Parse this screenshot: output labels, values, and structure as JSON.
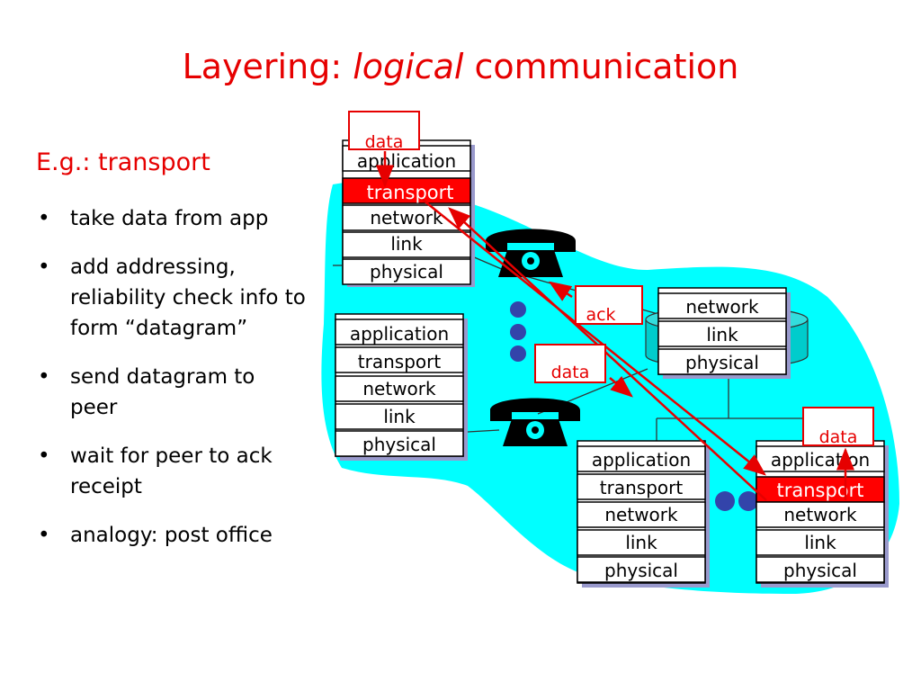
{
  "title": {
    "prefix": "Layering: ",
    "emphasis": "logical",
    "suffix": " communication"
  },
  "left": {
    "heading": "E.g.: transport",
    "bullets": [
      "take data from app",
      "add addressing, reliability check info to form “datagram”",
      "send datagram to peer",
      "wait for peer to ack receipt",
      "analogy: post office"
    ]
  },
  "stacks": {
    "source": [
      "application",
      "transport",
      "network",
      "link",
      "physical"
    ],
    "left_host": [
      "application",
      "transport",
      "network",
      "link",
      "physical"
    ],
    "router": [
      "network",
      "link",
      "physical"
    ],
    "bottom_host": [
      "application",
      "transport",
      "network",
      "link",
      "physical"
    ],
    "dest": [
      "application",
      "transport",
      "network",
      "link",
      "physical"
    ]
  },
  "tags": {
    "data_top": "data",
    "ack": "ack",
    "data_mid": "data",
    "data_right": "data"
  },
  "colors": {
    "title": "#e60000",
    "cloud": "#00ffff",
    "highlight": "#ff0000",
    "arrow": "#e60000",
    "box_shadow": "#9999cc"
  },
  "icons": [
    "telephone-icon",
    "telephone-icon",
    "ellipsis-dots-icon",
    "ellipsis-dots-icon"
  ]
}
